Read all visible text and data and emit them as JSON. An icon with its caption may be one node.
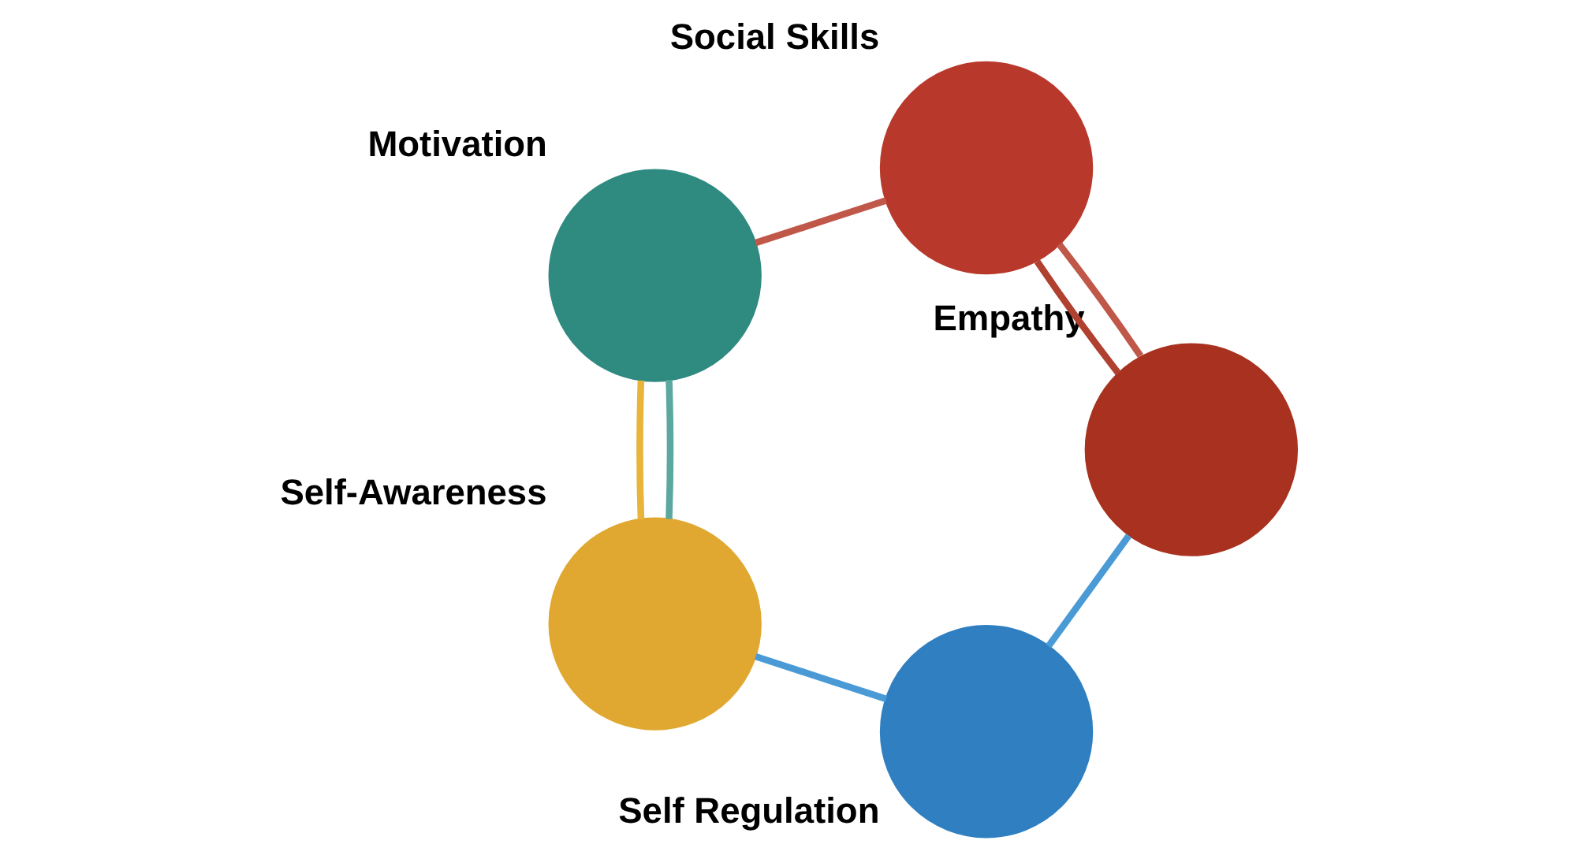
{
  "diagram": {
    "nodes": [
      {
        "text": [],
        "shape": "circle",
        "beside": [
          "Self Regulation"
        ]
      },
      {
        "text": [],
        "shape": "circle",
        "beside": [
          "Social Skills"
        ]
      },
      {
        "text": [],
        "shape": "circle",
        "beside": [
          "Motivation"
        ]
      },
      {
        "text": [],
        "shape": "circle",
        "beside": [
          "Self-Awareness"
        ]
      },
      {
        "text": [],
        "shape": "circle",
        "beside": [
          "Empathy"
        ]
      }
    ],
    "edges": [
      {
        "from": 0,
        "to": 4,
        "arrow": "none",
        "color": "#4a9ad6"
      },
      {
        "from": 0,
        "to": 3,
        "arrow": "none",
        "color": "#4a9ad6"
      },
      {
        "from": 1,
        "to": 2,
        "arrow": "none",
        "color": "#c0584a"
      },
      {
        "from": 1,
        "to": 4,
        "arrow": "none",
        "color": "#c0584a"
      },
      {
        "from": 2,
        "to": 3,
        "arrow": "none",
        "color": "#5aa8a0"
      },
      {
        "from": 3,
        "to": 2,
        "arrow": "none",
        "color": "#e8b43a"
      },
      {
        "from": 4,
        "to": 1,
        "arrow": "none",
        "color": "#b0402f"
      }
    ]
  }
}
